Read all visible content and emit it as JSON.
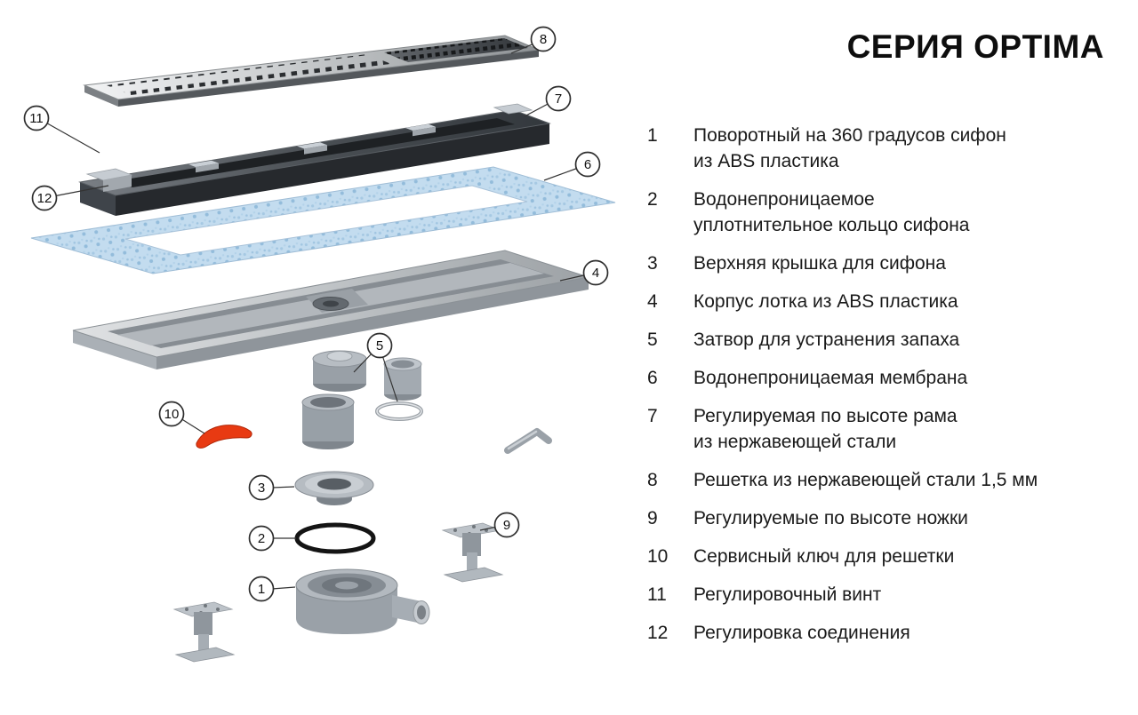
{
  "title": "СЕРИЯ OPTIMA",
  "parts": {
    "items": [
      {
        "num": "1",
        "text": "Поворотный на 360 градусов сифон\nиз ABS пластика"
      },
      {
        "num": "2",
        "text": "Водонепроницаемое\nуплотнительное кольцо сифона"
      },
      {
        "num": "3",
        "text": "Верхняя крышка для сифона"
      },
      {
        "num": "4",
        "text": "Корпус лотка из ABS пластика"
      },
      {
        "num": "5",
        "text": "Затвор для устранения запаха"
      },
      {
        "num": "6",
        "text": "Водонепроницаемая мембрана"
      },
      {
        "num": "7",
        "text": "Регулируемая по высоте рама\nиз нержавеющей стали"
      },
      {
        "num": "8",
        "text": "Решетка из нержавеющей стали 1,5 мм"
      },
      {
        "num": "9",
        "text": "Регулируемые по высоте ножки"
      },
      {
        "num": "10",
        "text": "Сервисный ключ для решетки"
      },
      {
        "num": "11",
        "text": "Регулировочный винт"
      },
      {
        "num": "12",
        "text": "Регулировка соединения"
      }
    ]
  },
  "diagram": {
    "callouts": {
      "1": "1",
      "2": "2",
      "3": "3",
      "4": "4",
      "5": "5",
      "6": "6",
      "7": "7",
      "8": "8",
      "9": "9",
      "10": "10",
      "11": "11",
      "12": "12"
    },
    "colors": {
      "service_key": "#e83a12",
      "membrane_blue": "#c3dcef",
      "steel_dark": "#3c4045",
      "plastic_gray": "#9aa1a8"
    }
  }
}
